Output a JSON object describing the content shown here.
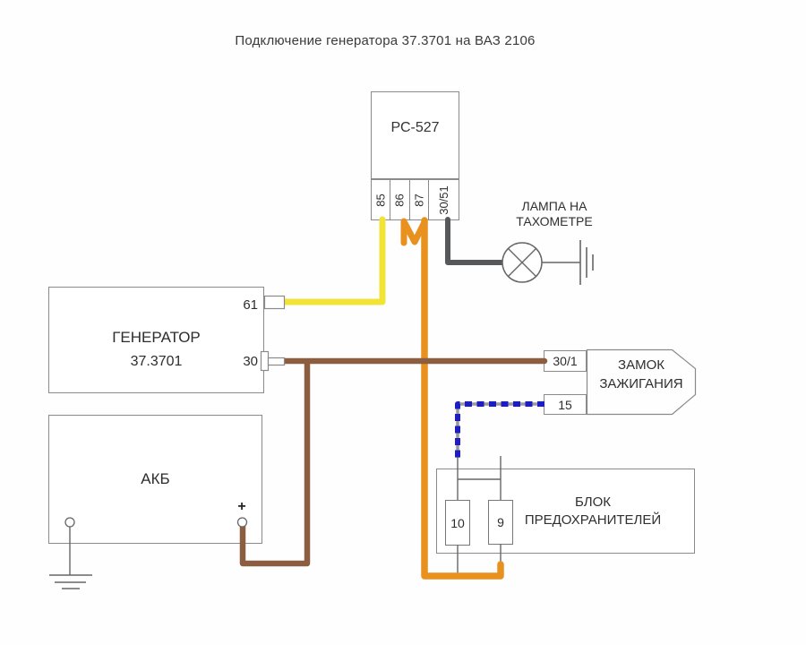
{
  "title": "Подключение генератора 37.3701 на ВАЗ 2106",
  "relay": {
    "label": "РС-527",
    "terminals": [
      "85",
      "86",
      "87",
      "30/51"
    ]
  },
  "lamp": {
    "line1": "ЛАМПА НА",
    "line2": "ТАХОМЕТРЕ"
  },
  "generator": {
    "name": "ГЕНЕРАТОР",
    "model": "37.3701",
    "terminal_61": "61",
    "terminal_30": "30"
  },
  "battery": {
    "label": "АКБ",
    "plus_sign": "+"
  },
  "ignition": {
    "line1": "ЗАМОК",
    "line2": "ЗАЖИГАНИЯ",
    "terminal_30_1": "30/1",
    "terminal_15": "15"
  },
  "fusebox": {
    "line1": "БЛОК",
    "line2": "ПРЕДОХРАНИТЕЛЕЙ",
    "fuse_10": "10",
    "fuse_9": "9"
  },
  "colors": {
    "wire_yellow": "#f2e437",
    "wire_orange": "#e8911f",
    "wire_brown": "#8b5d41",
    "wire_gray": "#57585a",
    "wire_blue": "#1d1dc0",
    "wire_blue_core": "#9a9a9a",
    "outline": "#8a8a8a",
    "symbol": "#666666"
  }
}
